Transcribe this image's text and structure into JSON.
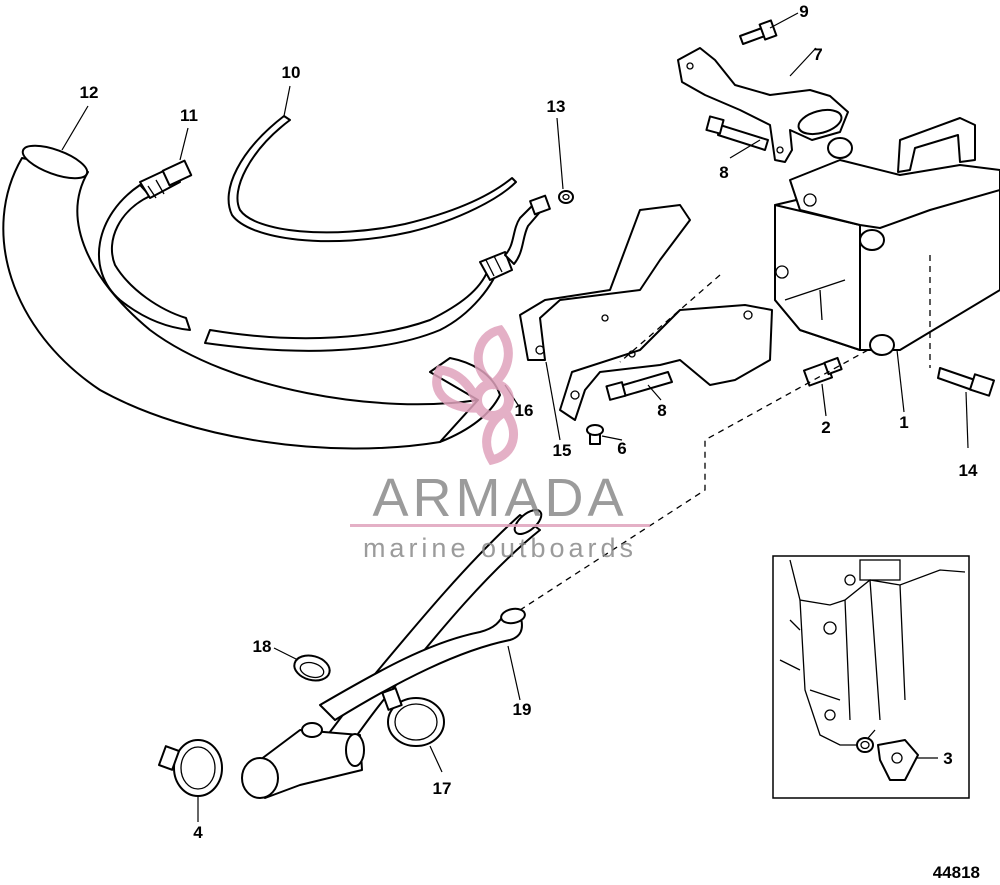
{
  "callouts": {
    "c1": "1",
    "c2": "2",
    "c3": "3",
    "c4": "4",
    "c6": "6",
    "c7": "7",
    "c8a": "8",
    "c8b": "8",
    "c9": "9",
    "c10": "10",
    "c11": "11",
    "c12": "12",
    "c13": "13",
    "c14": "14",
    "c15": "15",
    "c16": "16",
    "c17": "17",
    "c18": "18",
    "c19": "19"
  },
  "figure_number": "44818",
  "watermark": {
    "brand": "ARMADA",
    "tagline": "marine outboards",
    "accent": "#e0a3bd"
  }
}
